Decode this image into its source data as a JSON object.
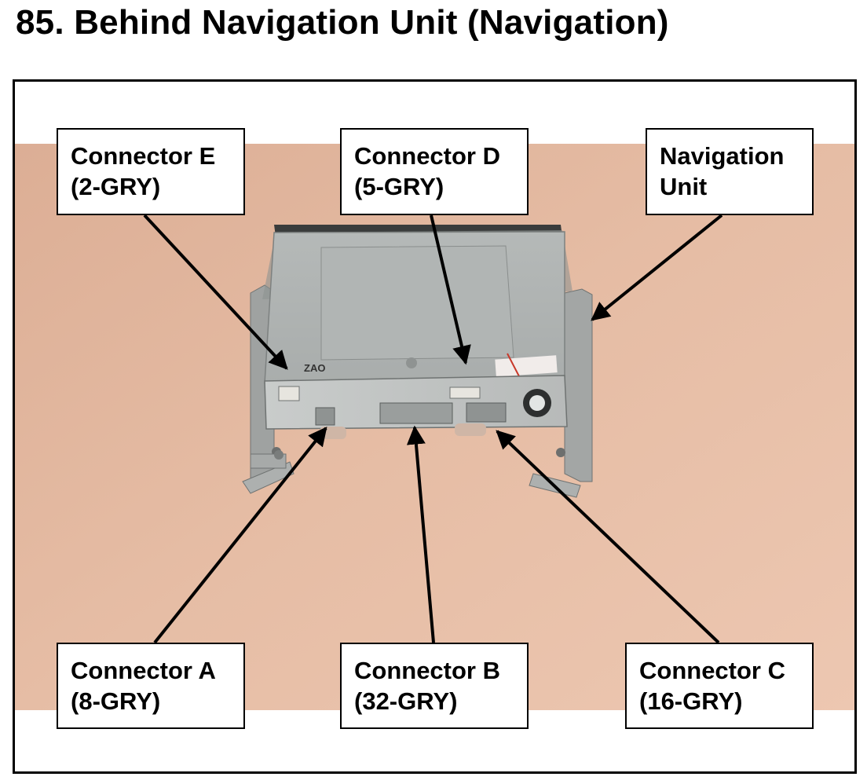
{
  "title": "85.  Behind Navigation Unit (Navigation)",
  "photo": {
    "background_color": "#e2b8a0",
    "case_markings": "ZAO"
  },
  "callouts": {
    "connector_e": {
      "name": "Connector E",
      "spec": "(2-GRY)"
    },
    "connector_d": {
      "name": "Connector D",
      "spec": "(5-GRY)"
    },
    "navigation_unit": {
      "line1": "Navigation",
      "line2": "Unit"
    },
    "connector_a": {
      "name": "Connector A",
      "spec": "(8-GRY)"
    },
    "connector_b": {
      "name": "Connector B",
      "spec": "(32-GRY)"
    },
    "connector_c": {
      "name": "Connector C",
      "spec": "(16-GRY)"
    }
  }
}
